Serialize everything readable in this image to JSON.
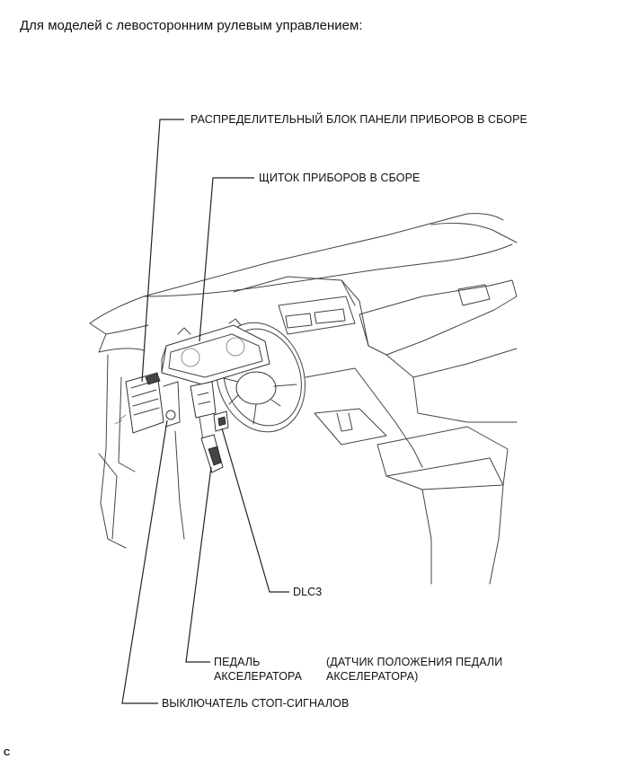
{
  "heading": "Для моделей с левосторонним рулевым управлением:",
  "labels": {
    "junction_block": "РАСПРЕДЕЛИТЕЛЬНЫЙ БЛОК ПАНЕЛИ ПРИБОРОВ В СБОРЕ",
    "instrument_cluster": "ЩИТОК ПРИБОРОВ В СБОРЕ",
    "dlc3": "DLC3",
    "accelerator_pedal": "ПЕДАЛЬ\nАКСЕЛЕРАТОРА",
    "pedal_sensor": "(ДАТЧИК ПОЛОЖЕНИЯ ПЕДАЛИ\nАКСЕЛЕРАТОРА)",
    "stop_light_switch": "ВЫКЛЮЧАТЕЛЬ СТОП-СИГНАЛОВ"
  },
  "corner_mark": "C"
}
